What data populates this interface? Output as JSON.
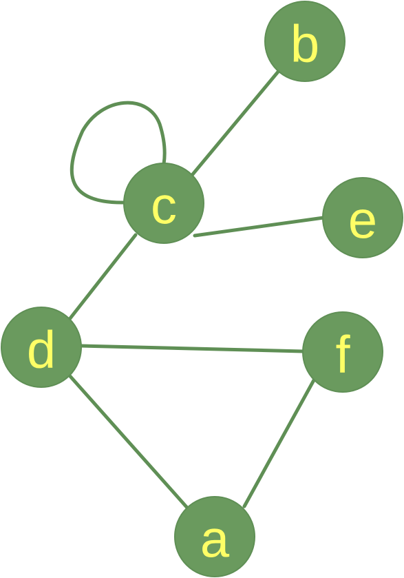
{
  "colors": {
    "node_fill": "#6a9a5e",
    "node_stroke": "#5f8f55",
    "edge": "#5f8f55",
    "label": "#ffff66"
  },
  "nodes": [
    {
      "id": "a",
      "label": "a"
    },
    {
      "id": "b",
      "label": "b"
    },
    {
      "id": "c",
      "label": "c"
    },
    {
      "id": "d",
      "label": "d"
    },
    {
      "id": "e",
      "label": "e"
    },
    {
      "id": "f",
      "label": "f"
    }
  ],
  "edges": [
    {
      "from": "c",
      "to": "c"
    },
    {
      "from": "c",
      "to": "b"
    },
    {
      "from": "c",
      "to": "e"
    },
    {
      "from": "c",
      "to": "d"
    },
    {
      "from": "d",
      "to": "f"
    },
    {
      "from": "d",
      "to": "a"
    },
    {
      "from": "f",
      "to": "a"
    }
  ]
}
